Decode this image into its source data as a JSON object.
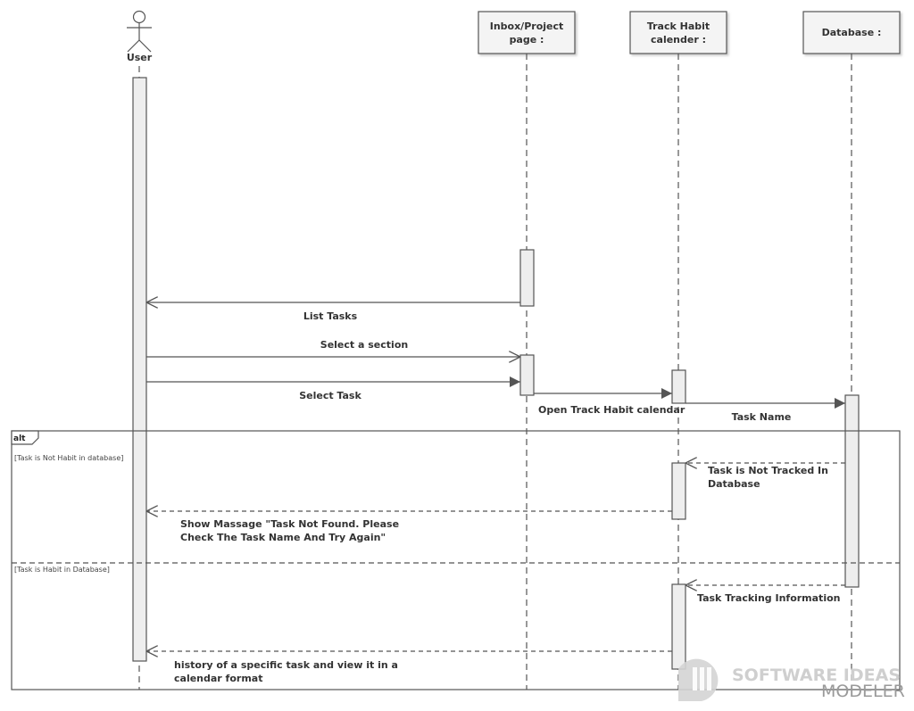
{
  "actor": {
    "name": "User"
  },
  "participants": [
    {
      "id": "inbox",
      "line1": "Inbox/Project",
      "line2": "page :"
    },
    {
      "id": "track",
      "line1": "Track Habit",
      "line2": "calender :"
    },
    {
      "id": "db",
      "line1": "Database :",
      "line2": ""
    }
  ],
  "messages": {
    "list_tasks": "List Tasks",
    "select_section": "Select a section",
    "select_task": "Select Task",
    "open_track": "Open Track Habit calendar",
    "task_name": "Task Name",
    "not_tracked_1": "Task is  Not Tracked In",
    "not_tracked_2": "Database",
    "show_msg_1": "Show Massage \"Task Not Found. Please",
    "show_msg_2": "Check The Task Name And Try Again\"",
    "tracking_info": "Task Tracking Information",
    "history_1": "history of a specific task and view it in a",
    "history_2": "calendar format"
  },
  "fragment": {
    "operator": "alt",
    "guard1": "[Task is Not Habit in database]",
    "guard2": "[Task is Habit in Database]"
  },
  "watermark": {
    "line1": "SOFTWARE IDEAS",
    "line2": "MODELER"
  },
  "colors": {
    "line": "#555555",
    "activation_fill": "#eeeeee",
    "box_fill": "#f4f4f4",
    "text": "#333333"
  }
}
